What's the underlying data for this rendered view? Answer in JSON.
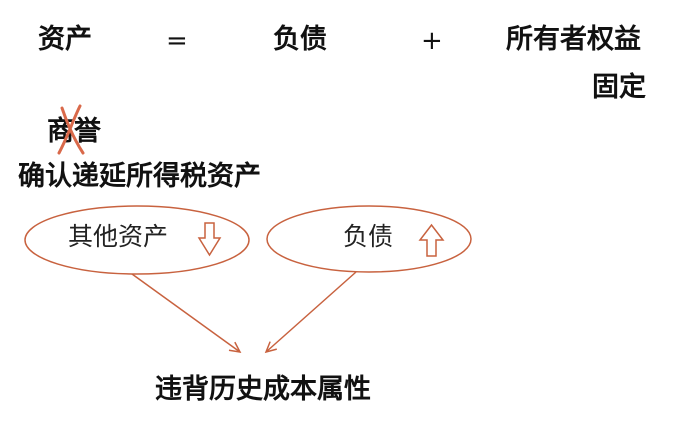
{
  "equation": {
    "assets": "资产",
    "equals": "=",
    "liabilities": "负债",
    "plus": "+",
    "equity": "所有者权益",
    "sub_label": "固定"
  },
  "crossed_item": "商誉",
  "recognition_title": "确认递延所得税资产",
  "left_oval_label": "其他资产",
  "right_oval_label": "负债",
  "conclusion": "违背历史成本属性",
  "colors": {
    "accent": "#c8623f",
    "text": "#111111"
  },
  "icons": {
    "left_arrow": "down-arrow-icon",
    "right_arrow": "up-arrow-icon",
    "cross": "cross-mark-icon"
  }
}
